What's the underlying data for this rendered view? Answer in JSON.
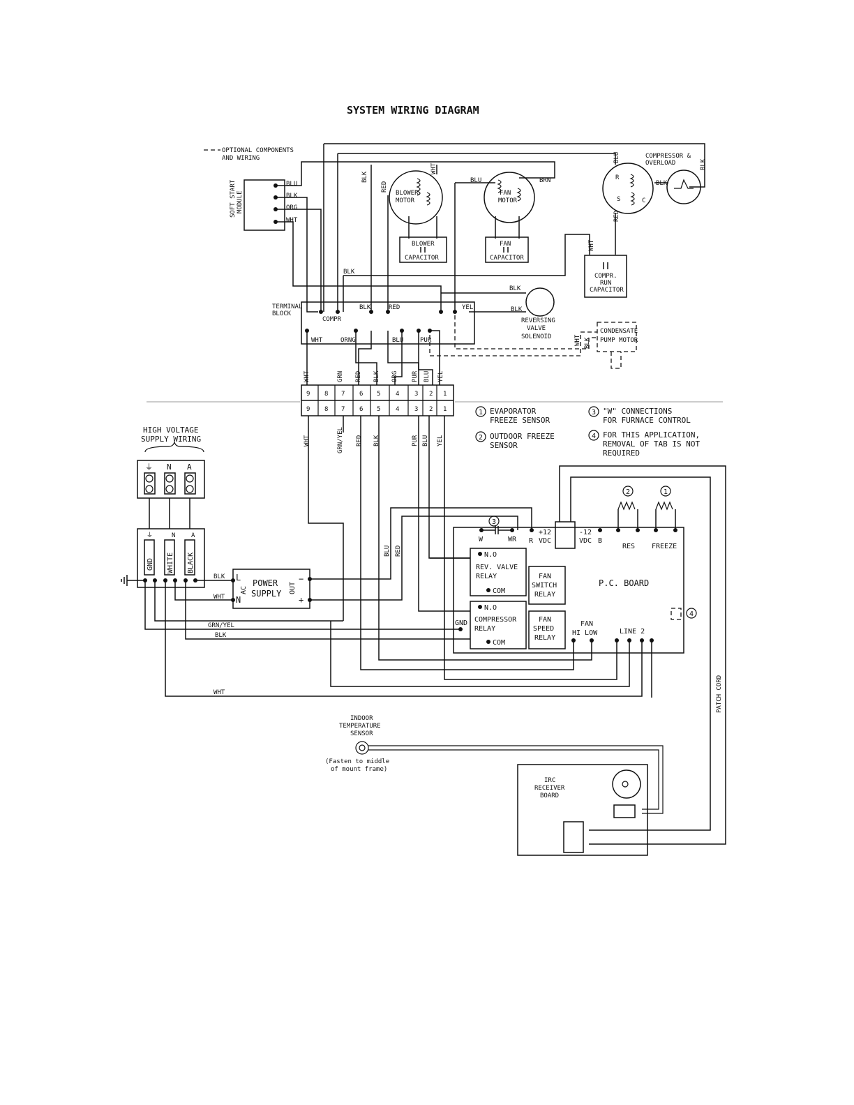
{
  "title": "SYSTEM WIRING DIAGRAM",
  "legend": {
    "optional_line1": "OPTIONAL COMPONENTS",
    "optional_line2": "AND WIRING"
  },
  "soft_start": {
    "label1": "SOFT START",
    "label2": "MODULE",
    "terminals": [
      "BLU",
      "BLK",
      "ORG",
      "WHT"
    ]
  },
  "blower_motor": {
    "label1": "BLOWER",
    "label2": "MOTOR",
    "cap1": "BLOWER",
    "cap2": "CAPACITOR"
  },
  "fan_motor": {
    "label1": "FAN",
    "label2": "MOTOR",
    "cap1": "FAN",
    "cap2": "CAPACITOR"
  },
  "compressor": {
    "label1": "COMPRESSOR &",
    "label2": "OVERLOAD",
    "r": "R",
    "s": "S",
    "c": "C",
    "cap1": "COMPR.",
    "cap2": "RUN",
    "cap3": "CAPACITOR"
  },
  "terminal_block": {
    "label1": "TERMINAL",
    "label2": "BLOCK",
    "compr": "COMPR"
  },
  "reversing_valve": {
    "label1": "REVERSING",
    "label2": "VALVE",
    "label3": "SOLENOID"
  },
  "condensate": {
    "label1": "CONDENSATE",
    "label2": "PUMP MOTOR"
  },
  "wire_labels": {
    "blk": "BLK",
    "red": "RED",
    "wht": "WHT",
    "blu": "BLU",
    "brn": "BRN",
    "orng": "ORNG",
    "pur": "PUR",
    "yel": "YEL",
    "grnyel": "GRN/YEL",
    "org": "ORG",
    "gnd": "GND",
    "white": "WHITE",
    "black": "BLACK"
  },
  "connector": {
    "pins": [
      "9",
      "8",
      "7",
      "6",
      "5",
      "4",
      "3",
      "2",
      "1"
    ],
    "upper_colors": [
      "WHT",
      "GRN",
      "RED",
      "BLK",
      "ORG",
      "PUR",
      "BLU",
      "YEL"
    ],
    "lower_colors": [
      "WHT",
      "GRN/YEL",
      "RED",
      "BLK",
      "PUR",
      "BLU",
      "YEL"
    ]
  },
  "notes": [
    {
      "num": "1",
      "line1": "EVAPORATOR",
      "line2": "FREEZE SENSOR",
      "line3": ""
    },
    {
      "num": "2",
      "line1": "OUTDOOR FREEZE",
      "line2": "SENSOR",
      "line3": ""
    },
    {
      "num": "3",
      "line1": "\"W\" CONNECTIONS",
      "line2": "FOR FURNACE CONTROL",
      "line3": ""
    },
    {
      "num": "4",
      "line1": "FOR THIS APPLICATION,",
      "line2": "REMOVAL OF TAB IS NOT",
      "line3": "REQUIRED"
    }
  ],
  "hv_supply": {
    "label1": "HIGH VOLTAGE",
    "label2": "SUPPLY WIRING",
    "terms": [
      "⏚",
      "N",
      "A"
    ],
    "lower_terms": [
      "⏚",
      "N",
      "A"
    ]
  },
  "power_supply": {
    "line1": "POWER",
    "line2": "SUPPLY",
    "l": "L",
    "n": "N",
    "ac": "AC",
    "out": "OUT",
    "minus": "−",
    "plus": "+"
  },
  "pc_board": {
    "title": "P.C. BOARD",
    "w": "W",
    "wr": "WR",
    "r": "R",
    "p12a": "+12",
    "p12b": "VDC",
    "m12a": "-12",
    "m12b": "VDC",
    "b": "B",
    "res": "RES",
    "freeze": "FREEZE",
    "rev_no": "N.O",
    "rev1": "REV. VALVE",
    "rev2": "RELAY",
    "rev_com": "COM",
    "comp_no": "N.O",
    "comp1": "COMPRESSOR",
    "comp2": "RELAY",
    "comp_com": "COM",
    "fs1": "FAN",
    "fs2": "SWITCH",
    "fs3": "RELAY",
    "fsp1": "FAN",
    "fsp2": "SPEED",
    "fsp3": "RELAY",
    "fan": "FAN",
    "hilow": "HI LOW",
    "line2": "LINE 2",
    "gnd": "GND"
  },
  "sensor": {
    "label1": "INDOOR",
    "label2": "TEMPERATURE",
    "label3": "SENSOR",
    "note1": "(Fasten to middle",
    "note2": "of mount frame)"
  },
  "irc": {
    "label1": "IRC",
    "label2": "RECEIVER",
    "label3": "BOARD",
    "patch": "PATCH CORD"
  }
}
